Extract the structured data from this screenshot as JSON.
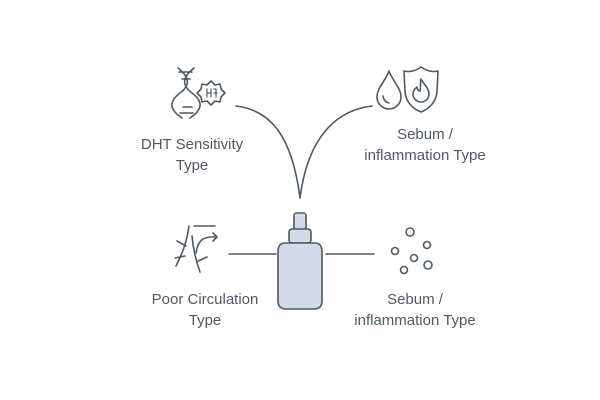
{
  "colors": {
    "stroke": "#4f5965",
    "bottle_fill": "#d3dce6",
    "bottle_stroke": "#4f5965",
    "text": "#4f5965",
    "background": "#ffffff"
  },
  "center": {
    "icon": "dropper-bottle-icon"
  },
  "types": [
    {
      "id": "dht",
      "icon": "dna-helix-hormone-icon",
      "line1": "DHT Sensitivity",
      "line2": "Type"
    },
    {
      "id": "sebum-top",
      "icon": "droplet-flame-shield-icon",
      "line1": "Sebum /",
      "line2": "inflammation Type"
    },
    {
      "id": "circulation",
      "icon": "branching-vessels-arrow-icon",
      "line1": "Poor Circulation",
      "line2": "Type"
    },
    {
      "id": "sebum-bottom",
      "icon": "scattered-dots-icon",
      "line1": "Sebum /",
      "line2": "inflammation Type"
    }
  ]
}
